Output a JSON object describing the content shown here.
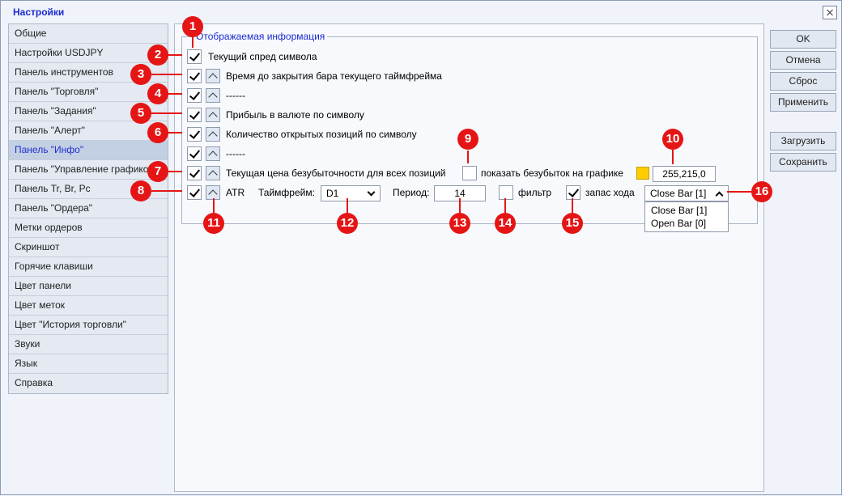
{
  "window": {
    "title": "Настройки"
  },
  "sidebar": {
    "items": [
      "Общие",
      "Настройки USDJPY",
      "Панель инструментов",
      "Панель \"Торговля\"",
      "Панель \"Задания\"",
      "Панель \"Алерт\"",
      "Панель \"Инфо\"",
      "Панель \"Управление графиком\"",
      "Панель Tr, Br, Pc",
      "Панель \"Ордера\"",
      "Метки ордеров",
      "Скриншот",
      "Горячие клавиши",
      "Цвет панели",
      "Цвет меток",
      "Цвет \"История торговли\"",
      "Звуки",
      "Язык",
      "Справка"
    ],
    "active_index": 6
  },
  "group": {
    "legend": "Отображаемая информация"
  },
  "rows": {
    "spread": {
      "label": "Текущий спред символа",
      "checked": true
    },
    "bar_close": {
      "label": "Время до закрытия бара текущего таймфрейма",
      "checked": true
    },
    "separator1": {
      "label": "------",
      "checked": true
    },
    "profit": {
      "label": "Прибыль в валюте по символу",
      "checked": true
    },
    "positions": {
      "label": "Количество открытых позиций по символу",
      "checked": true
    },
    "separator2": {
      "label": "------",
      "checked": true
    },
    "breakeven": {
      "label": "Текущая цена безубыточности для всех позиций",
      "checked": true,
      "show_label": "показать безубыток на графике",
      "show_checked": false,
      "color_value": "255,215,0",
      "color_hex": "#ffd700"
    },
    "atr": {
      "label": "ATR",
      "checked": true,
      "timeframe_label": "Таймфрейм:",
      "timeframe_value": "D1",
      "period_label": "Период:",
      "period_value": "14",
      "filter_label": "фильтр",
      "filter_checked": false,
      "reserve_label": "запас хода",
      "reserve_checked": true,
      "bar_value": "Close Bar [1]",
      "bar_options": [
        "Close Bar [1]",
        "Open Bar [0]"
      ]
    }
  },
  "buttons": {
    "ok": "OK",
    "cancel": "Отмена",
    "reset": "Сброс",
    "apply": "Применить",
    "load": "Загрузить",
    "save": "Сохранить"
  },
  "badges": [
    "1",
    "2",
    "3",
    "4",
    "5",
    "6",
    "7",
    "8",
    "9",
    "10",
    "11",
    "12",
    "13",
    "14",
    "15",
    "16"
  ],
  "colors": {
    "badge": "#e51515",
    "accent": "#1c2bd1"
  }
}
